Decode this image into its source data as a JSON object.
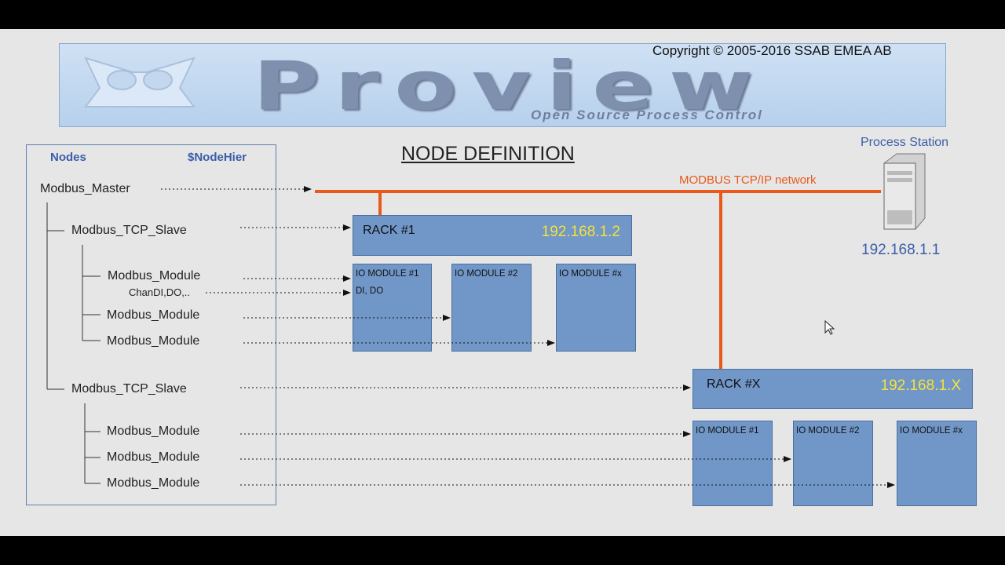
{
  "copyright": "Copyright © 2005-2016 SSAB EMEA AB",
  "logo": {
    "name": "Proview",
    "tagline": "Open Source Process Control"
  },
  "title": "NODE DEFINITION",
  "tree": {
    "header_left": "Nodes",
    "header_right": "$NodeHier",
    "master": "Modbus_Master",
    "slave1": "Modbus_TCP_Slave",
    "slave1_modules": [
      "Modbus_Module",
      "Modbus_Module",
      "Modbus_Module"
    ],
    "channels": "ChanDI,DO,..",
    "slave2": "Modbus_TCP_Slave",
    "slave2_modules": [
      "Modbus_Module",
      "Modbus_Module",
      "Modbus_Module"
    ]
  },
  "network": {
    "label": "MODBUS TCP/IP network",
    "color": "#e8591a"
  },
  "station": {
    "label": "Process Station",
    "ip": "192.168.1.1"
  },
  "rack1": {
    "label": "RACK #1",
    "ip": "192.168.1.2",
    "modules": [
      "IO MODULE #1",
      "IO MODULE #2",
      "IO MODULE #x"
    ],
    "module1_sub": "DI, DO"
  },
  "rackx": {
    "label": "RACK #X",
    "ip": "192.168.1.X",
    "modules": [
      "IO MODULE #1",
      "IO MODULE #2",
      "IO MODULE #x"
    ]
  },
  "colors": {
    "box": "#7197c8",
    "ip_text": "#f5e13a",
    "tree_header": "#3b5ea8"
  }
}
